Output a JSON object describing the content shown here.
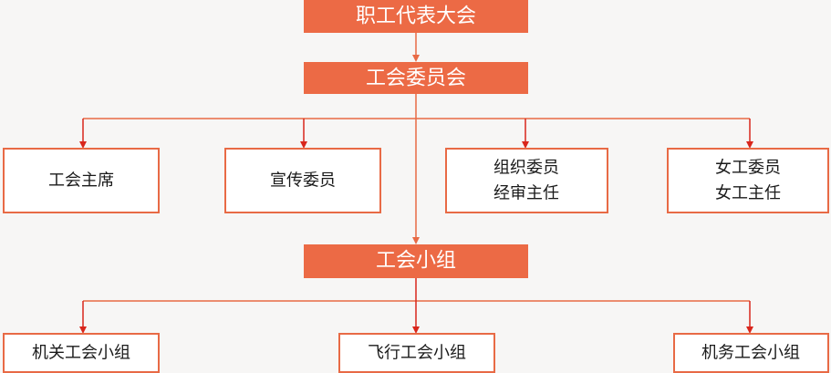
{
  "nodes": {
    "congress": "职工代表大会",
    "committee": "工会委员会",
    "chairman": "工会主席",
    "propaganda": "宣传委员",
    "organization_line1": "组织委员",
    "organization_line2": "经审主任",
    "women_line1": "女工委员",
    "women_line2": "女工主任",
    "groups": "工会小组",
    "group_office": "机关工会小组",
    "group_flight": "飞行工会小组",
    "group_maintenance": "机务工会小组"
  },
  "colors": {
    "accent": "#ec6a45",
    "outline": "#e86a45",
    "arrow": "#d9261c",
    "background": "#f7f6f5",
    "text_dark": "#1a1a1a",
    "text_light": "#ffffff"
  }
}
